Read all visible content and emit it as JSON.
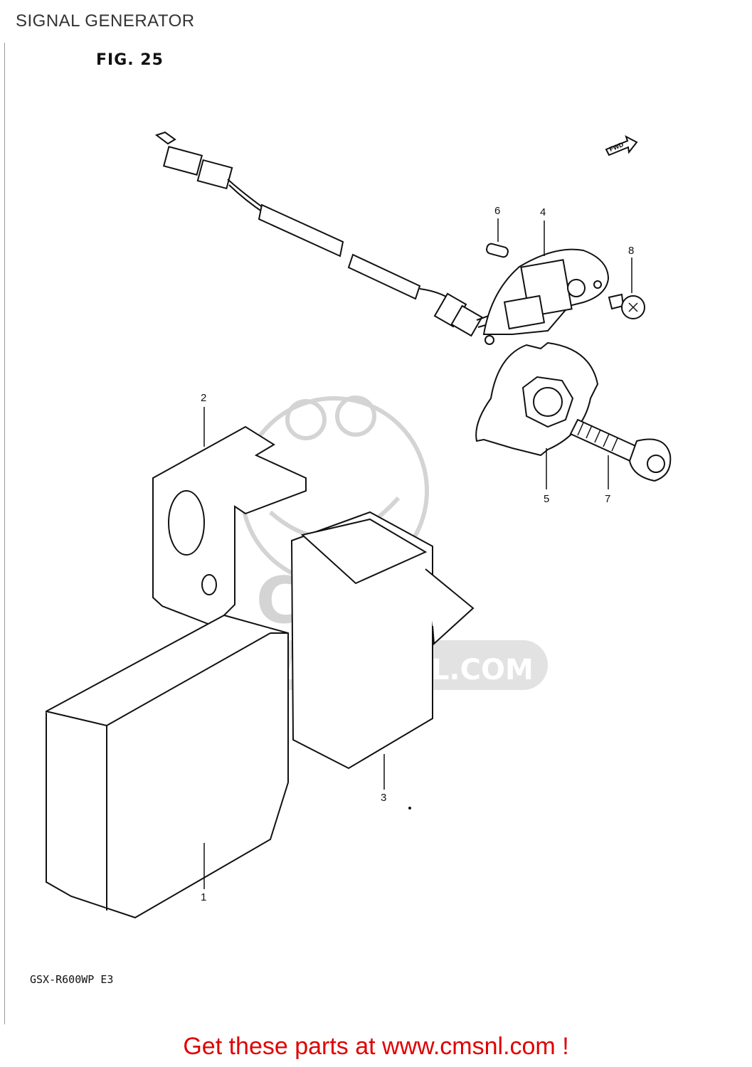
{
  "header": {
    "title": "SIGNAL GENERATOR"
  },
  "figure": {
    "label": "FIG. 25",
    "fwd_label": "FWD"
  },
  "callouts": [
    "1",
    "2",
    "3",
    "4",
    "5",
    "6",
    "7",
    "8"
  ],
  "watermark": {
    "brand": "CMS",
    "url": "WWW.CMSNL.COM",
    "color": "#cfcfcf"
  },
  "footer": {
    "model_code": "GSX-R600WP  E3",
    "cta": "Get these parts at www.cmsnl.com !",
    "cta_color": "#e00000"
  }
}
